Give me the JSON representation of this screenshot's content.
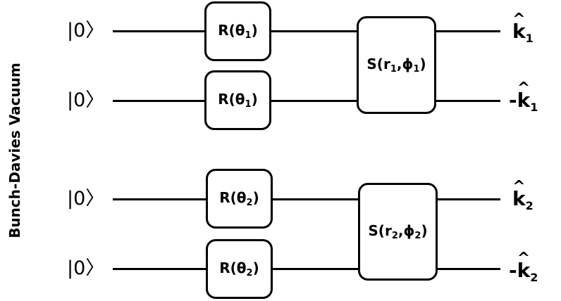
{
  "vacuum_label": "Bunch-Davies Vacuum",
  "ket": "|0〉",
  "rotation_gates": {
    "r1": {
      "symbol": "R",
      "param": "θ",
      "index": "1"
    },
    "r2": {
      "symbol": "R",
      "param": "θ",
      "index": "2"
    }
  },
  "squeeze_gates": {
    "s1": {
      "symbol": "S",
      "r": "r",
      "phi": "ϕ",
      "index": "1"
    },
    "s2": {
      "symbol": "S",
      "r": "r",
      "phi": "ϕ",
      "index": "2"
    }
  },
  "outputs": {
    "k1_pos": {
      "sign": "",
      "letter": "k",
      "hat": "^",
      "index": "1"
    },
    "k1_neg": {
      "sign": "-",
      "letter": "k",
      "hat": "^",
      "index": "1"
    },
    "k2_pos": {
      "sign": "",
      "letter": "k",
      "hat": "^",
      "index": "2"
    },
    "k2_neg": {
      "sign": "-",
      "letter": "k",
      "hat": "^",
      "index": "2"
    }
  }
}
